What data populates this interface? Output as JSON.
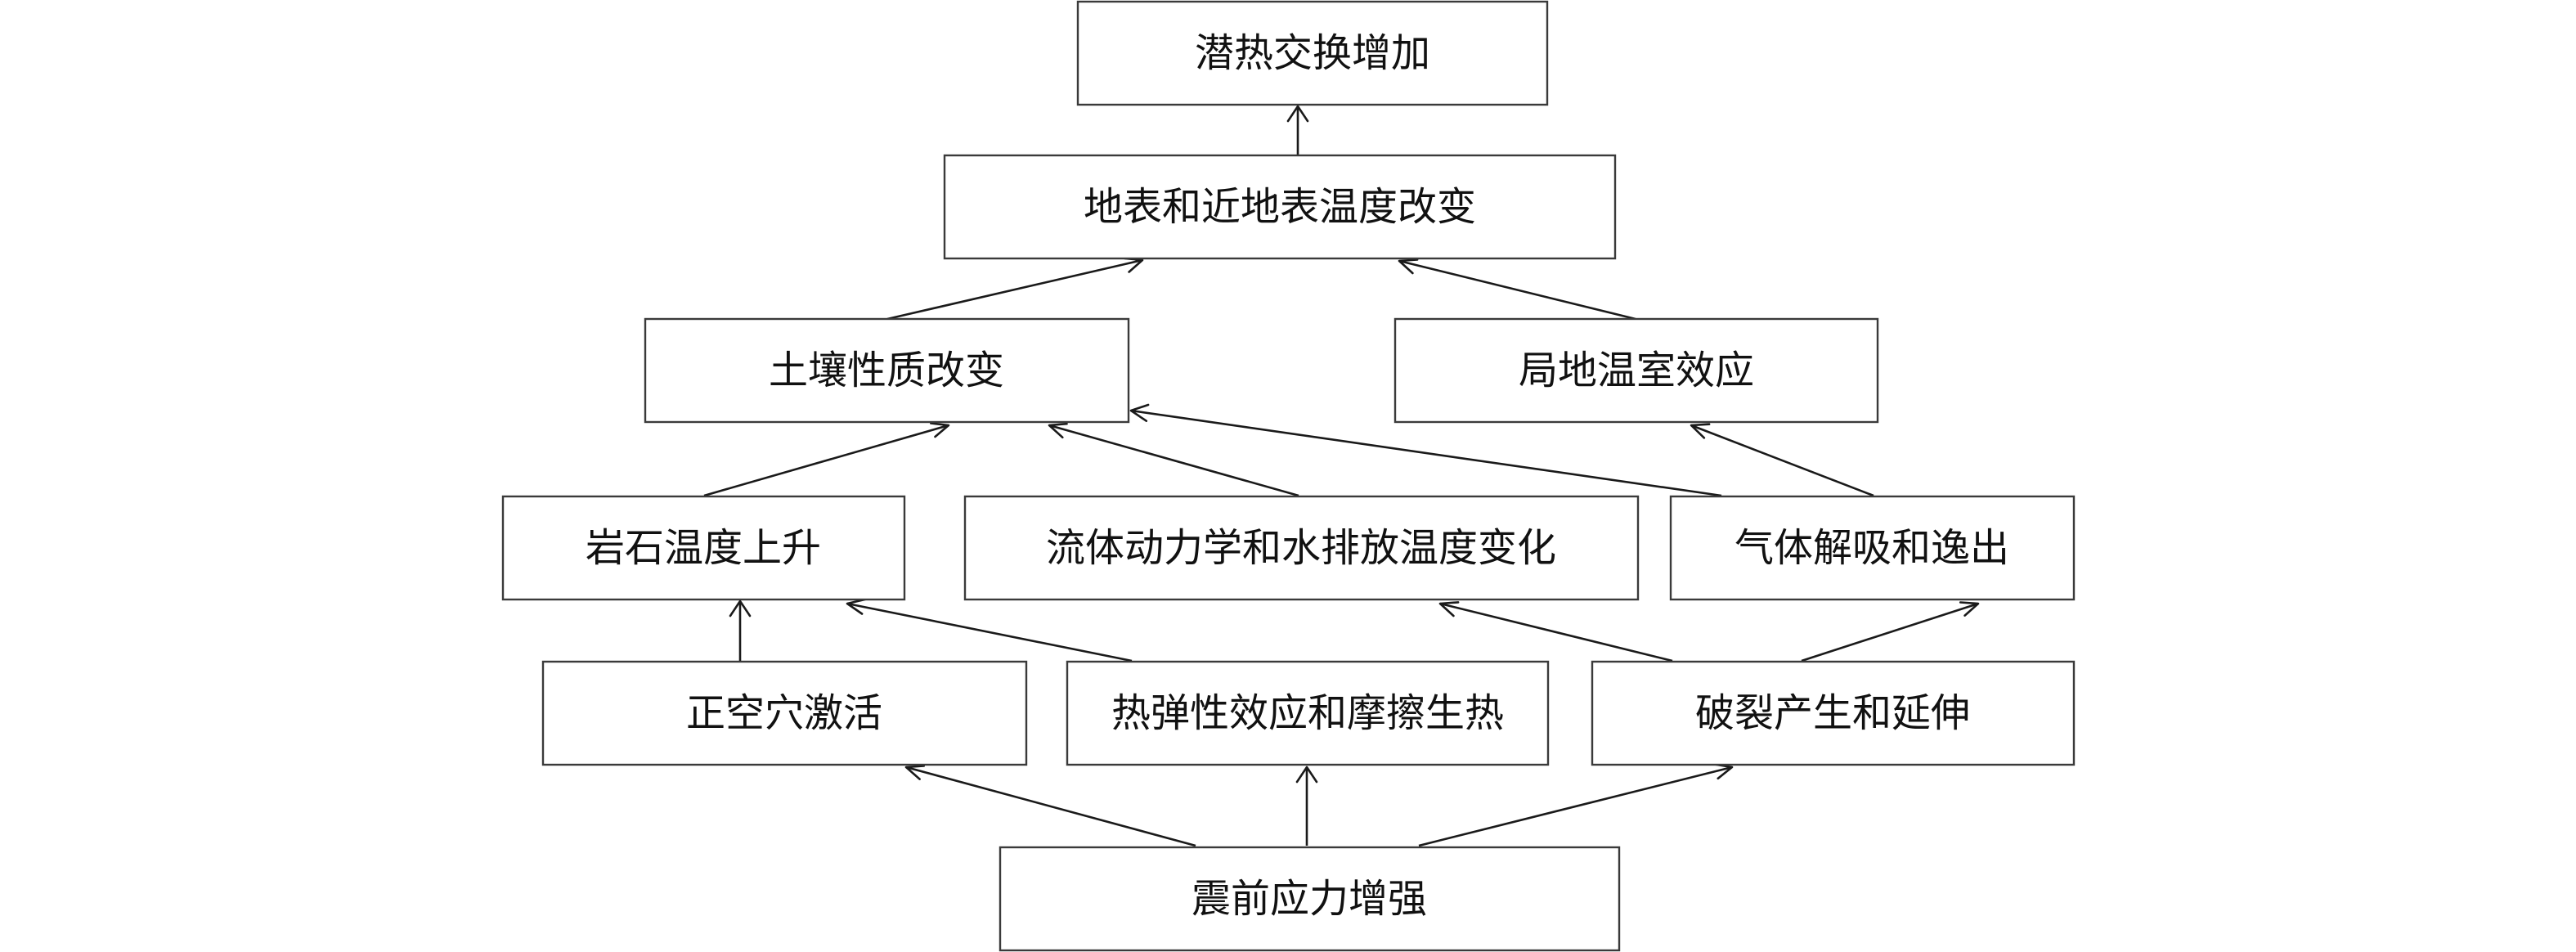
{
  "nodes": {
    "latent_heat": "潜热交换增加",
    "surface_temp": "地表和近地表温度改变",
    "soil_change": "土壤性质改变",
    "greenhouse": "局地温室效应",
    "rock_temp": "岩石温度上升",
    "fluid_dynamics": "流体动力学和水排放温度变化",
    "gas_release": "气体解吸和逸出",
    "hole_activation": "正空穴激活",
    "thermoelastic": "热弹性效应和摩擦生热",
    "fracture": "破裂产生和延伸",
    "stress": "震前应力增强"
  },
  "edges": [
    {
      "from": "surface_temp",
      "to": "latent_heat"
    },
    {
      "from": "soil_change",
      "to": "surface_temp"
    },
    {
      "from": "greenhouse",
      "to": "surface_temp"
    },
    {
      "from": "rock_temp",
      "to": "soil_change"
    },
    {
      "from": "fluid_dynamics",
      "to": "soil_change"
    },
    {
      "from": "gas_release",
      "to": "soil_change"
    },
    {
      "from": "gas_release",
      "to": "greenhouse"
    },
    {
      "from": "hole_activation",
      "to": "rock_temp"
    },
    {
      "from": "thermoelastic",
      "to": "rock_temp"
    },
    {
      "from": "fracture",
      "to": "fluid_dynamics"
    },
    {
      "from": "fracture",
      "to": "gas_release"
    },
    {
      "from": "stress",
      "to": "hole_activation"
    },
    {
      "from": "stress",
      "to": "thermoelastic"
    },
    {
      "from": "stress",
      "to": "fracture"
    }
  ],
  "colors": {
    "box_stroke": "#3a3a3a",
    "arrow": "#1a1a1a",
    "text": "#111111",
    "background": "#ffffff"
  }
}
